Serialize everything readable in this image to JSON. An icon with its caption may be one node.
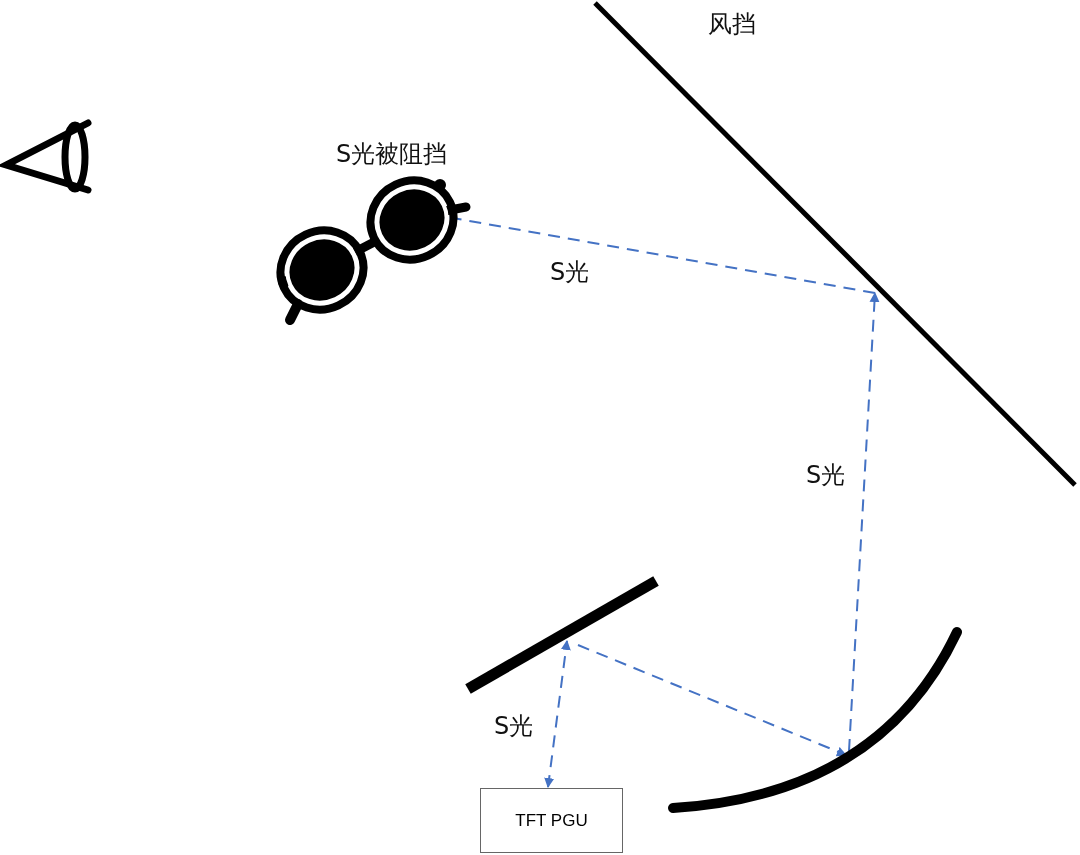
{
  "diagram": {
    "nodes": [
      {
        "text": [
          "风挡"
        ]
      },
      {
        "text": [],
        "shape": "picture",
        "beside": [
          "S光被阻挡"
        ]
      },
      {
        "text": [],
        "shape": "bar"
      },
      {
        "text": [],
        "shape": "arc"
      },
      {
        "text": [
          "TFT PGU"
        ]
      }
    ],
    "edges": [
      {
        "from": 4,
        "to": 2,
        "arrow": "both",
        "label": "S光",
        "style": "dashed"
      },
      {
        "from": 2,
        "to": 3,
        "arrow": "to",
        "style": "dashed"
      },
      {
        "from": 3,
        "to": 0,
        "arrow": "to",
        "label": "S光",
        "style": "dashed"
      },
      {
        "from": 0,
        "to": 1,
        "arrow": "to",
        "label": "S光",
        "style": "dashed"
      }
    ]
  }
}
